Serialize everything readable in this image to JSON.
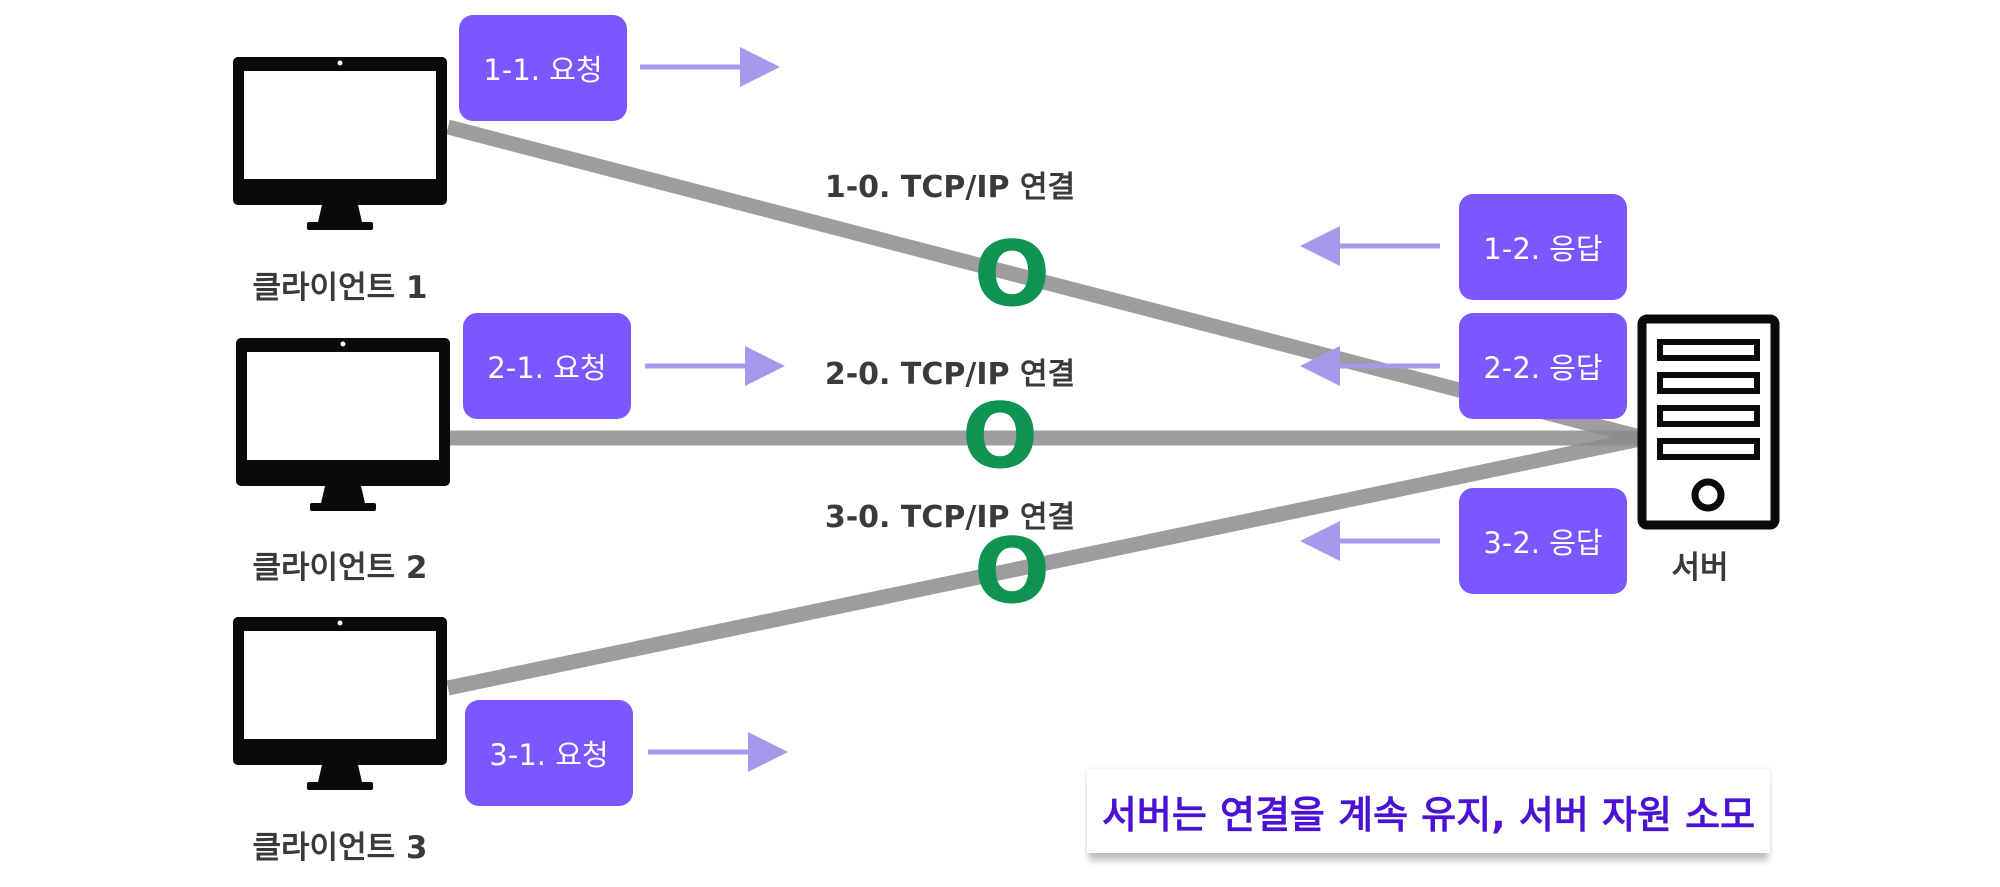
{
  "clients": [
    {
      "label": "클라이언트 1"
    },
    {
      "label": "클라이언트 2"
    },
    {
      "label": "클라이언트 3"
    }
  ],
  "server": {
    "label": "서버"
  },
  "connections": [
    {
      "label": "1-0. TCP/IP 연결",
      "status": "O"
    },
    {
      "label": "2-0. TCP/IP 연결",
      "status": "O"
    },
    {
      "label": "3-0. TCP/IP 연결",
      "status": "O"
    }
  ],
  "requests": [
    {
      "label": "1-1. 요청"
    },
    {
      "label": "2-1. 요청"
    },
    {
      "label": "3-1. 요청"
    }
  ],
  "responses": [
    {
      "label": "1-2. 응답"
    },
    {
      "label": "2-2. 응답"
    },
    {
      "label": "3-2. 응답"
    }
  ],
  "note": {
    "text": "서버는 연결을 계속 유지, 서버 자원 소모"
  },
  "colors": {
    "box": "#7b57ff",
    "arrow": "#a898ec",
    "line": "#8c8c8c",
    "status": "#0e9450",
    "note_text": "#4b12d4"
  }
}
